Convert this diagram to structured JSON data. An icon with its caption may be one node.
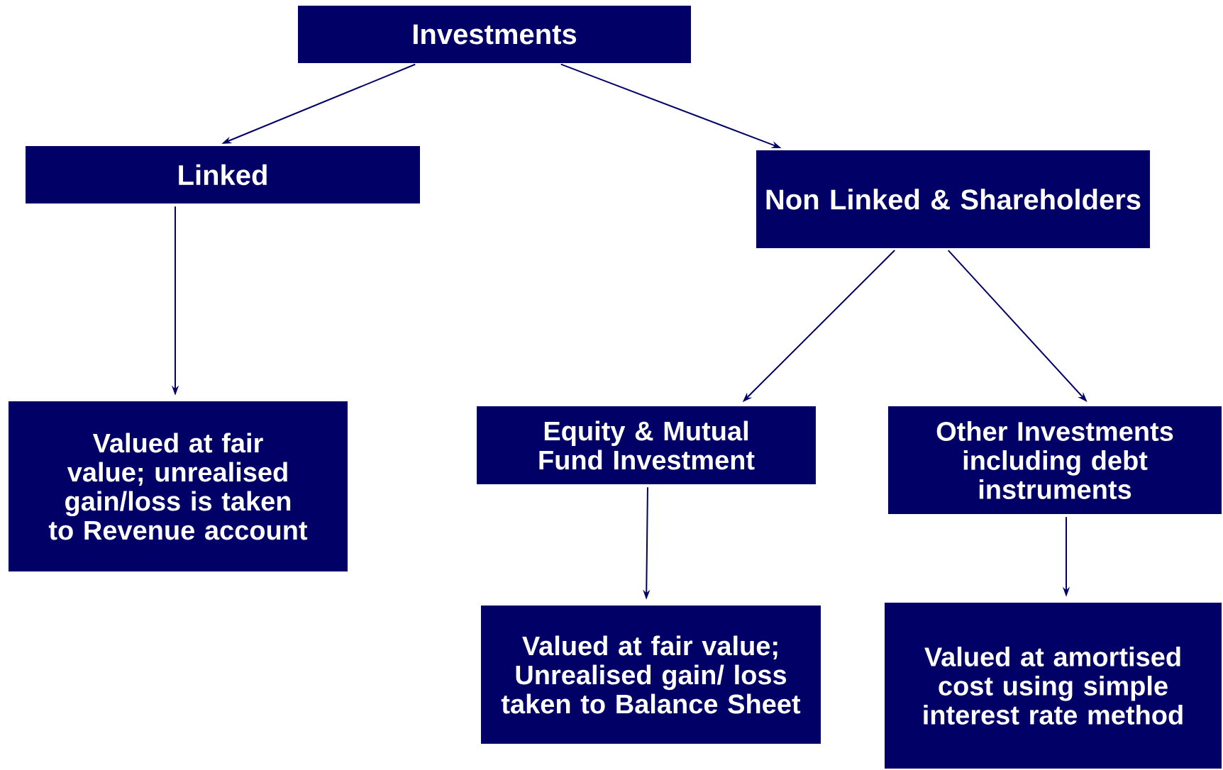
{
  "diagram": {
    "nodes": [
      {
        "text": [
          "Investments"
        ]
      },
      {
        "text": [
          "Linked"
        ]
      },
      {
        "text": [
          "Non Linked & Shareholders"
        ]
      },
      {
        "text": [
          "Valued at fair value; unrealised gain/loss is taken to Revenue account"
        ]
      },
      {
        "text": [
          "Equity & Mutual Fund Investment"
        ]
      },
      {
        "text": [
          "Other Investments including debt instruments"
        ]
      },
      {
        "text": [
          "Valued at fair value; Unrealised gain/ loss taken to Balance Sheet"
        ]
      },
      {
        "text": [
          "Valued at amortised cost using simple interest rate method"
        ]
      }
    ],
    "edges": [
      {
        "from": 0,
        "to": 1,
        "arrow": "to"
      },
      {
        "from": 0,
        "to": 2,
        "arrow": "to"
      },
      {
        "from": 1,
        "to": 3,
        "arrow": "to"
      },
      {
        "from": 2,
        "to": 4,
        "arrow": "to"
      },
      {
        "from": 2,
        "to": 5,
        "arrow": "to"
      },
      {
        "from": 4,
        "to": 6,
        "arrow": "to"
      },
      {
        "from": 5,
        "to": 7,
        "arrow": "to"
      }
    ]
  }
}
